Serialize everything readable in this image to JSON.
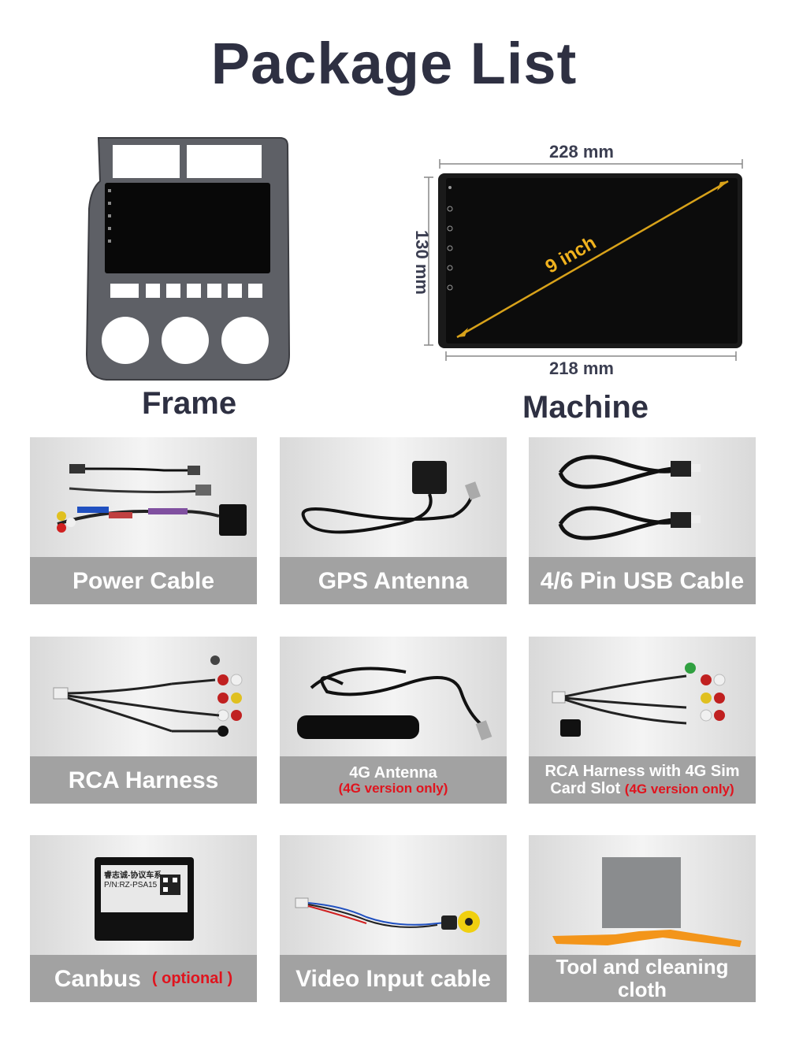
{
  "title": "Package List",
  "top": {
    "frame_label": "Frame",
    "machine_label": "Machine",
    "width_top": "228 mm",
    "width_bottom": "218 mm",
    "height": "130 mm",
    "diagonal": "9 inch"
  },
  "items": [
    {
      "label": "Power Cable"
    },
    {
      "label": "GPS Antenna"
    },
    {
      "label": "4/6 Pin USB Cable"
    },
    {
      "label": "RCA Harness"
    },
    {
      "label": "4G Antenna",
      "note": "(4G version only)"
    },
    {
      "label_line1": "RCA Harness with 4G Sim",
      "label_line2": "Card Slot",
      "note": "(4G version only)"
    },
    {
      "label": "Canbus",
      "note": "( optional )"
    },
    {
      "label": "Video Input cable"
    },
    {
      "label": "Tool and cleaning cloth"
    }
  ],
  "canbus_sticker": {
    "line1": "睿志诚-协议车系",
    "line2": "P/N:RZ-PSA15"
  },
  "colors": {
    "title": "#2e3042",
    "band": "#a2a2a2",
    "note_red": "#e0141e",
    "dimension_line": "#d8a21a"
  }
}
